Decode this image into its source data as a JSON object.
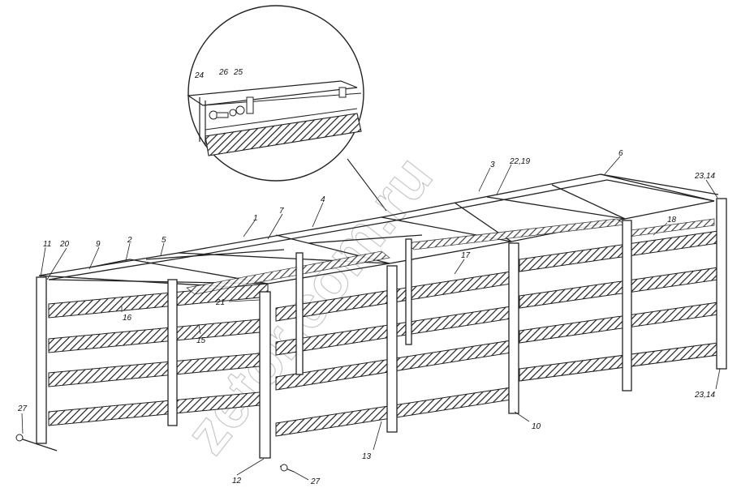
{
  "watermark": "zetor.com.ru",
  "callouts": {
    "c1": "1",
    "c2": "2",
    "c3": "3",
    "c4": "4",
    "c5": "5",
    "c6": "6",
    "c7": "7",
    "c9": "9",
    "c10": "10",
    "c11": "11",
    "c12": "12",
    "c13": "13",
    "c15": "15",
    "c16": "16",
    "c17": "17",
    "c18": "18",
    "c20": "20",
    "c21": "21",
    "c22_19": "22,19",
    "c23_14_top": "23,14",
    "c23_14_bottom": "23,14",
    "c24": "24",
    "c25": "25",
    "c26": "26",
    "c27_left": "27",
    "c27_bottom": "27"
  }
}
